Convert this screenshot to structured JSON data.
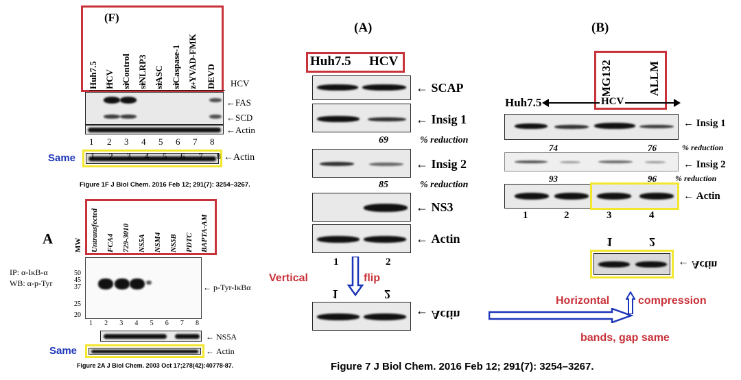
{
  "panel_F": {
    "letter": "(F)",
    "lanes": [
      "Huh7.5",
      "HCV",
      "siControl",
      "siNLRP3",
      "siASC",
      "siCaspase-1",
      "z-YVAD-FMK",
      "DEVD"
    ],
    "plus": [
      "+",
      "+",
      "+",
      "+",
      "+",
      "+",
      "+"
    ],
    "hcv_label": "HCV",
    "bands": [
      "FAS",
      "SCD",
      "Actin"
    ],
    "lane_numbers": [
      "1",
      "2",
      "3",
      "4",
      "5",
      "6",
      "7",
      "8"
    ],
    "same_label": "Same",
    "caption": "Figure 1F J Biol Chem. 2016 Feb 12; 291(7): 3254–3267."
  },
  "panel_2A": {
    "letter": "A",
    "mw_label": "MW",
    "lanes": [
      "Untransfected",
      "FCA4",
      "729-3010",
      "NS5A",
      "NSM4",
      "NS5B",
      "PDTC",
      "BAPTA-AM"
    ],
    "ip_label": "IP: α-IκB-α",
    "wb_label": "WB: α-p-Tyr",
    "mw_values": [
      "50",
      "45",
      "37",
      "25",
      "20"
    ],
    "band_label": "p-Tyr-IκBα",
    "lane_numbers": [
      "1",
      "2",
      "3",
      "4",
      "5",
      "6",
      "7",
      "8"
    ],
    "ns5a_label": "NS5A",
    "actin_label": "Actin",
    "same_label": "Same",
    "caption": "Figure 2A J Biol Chem. 2003 Oct 17;278(42):40778-87."
  },
  "panel_7A": {
    "letter": "(A)",
    "col_labels": [
      "Huh7.5",
      "HCV"
    ],
    "rows": [
      "SCAP",
      "Insig 1",
      "Insig 2",
      "NS3",
      "Actin"
    ],
    "reductions": [
      {
        "value": "69",
        "label": "% reduction"
      },
      {
        "value": "85",
        "label": "% reduction"
      }
    ],
    "lane_numbers": [
      "1",
      "2"
    ],
    "flipped_numbers": [
      "1",
      "2"
    ],
    "flipped_label": "Actin"
  },
  "panel_7B": {
    "letter": "(B)",
    "treatments": [
      "MG132",
      "ALLM"
    ],
    "huh_label": "Huh7.5",
    "hcv_label": "HCV",
    "rows": [
      "Insig 1",
      "Insig 2",
      "Actin"
    ],
    "reductions_1": [
      "74",
      "76"
    ],
    "reductions_2": [
      "93",
      "96"
    ],
    "reduction_label": "% reduction",
    "lane_numbers": [
      "1",
      "2",
      "3",
      "4"
    ],
    "flipped_numbers": [
      "1",
      "2"
    ],
    "flipped_label": "Actin"
  },
  "annotations": {
    "vertical": "Vertical",
    "flip": "flip",
    "horizontal": "Horizontal",
    "compression": "compression",
    "bands_gap": "bands, gap same",
    "accent_red": "#c8323a",
    "accent_blue": "#1c35b8",
    "highlight_yellow": "#f2e62e"
  },
  "figure_caption": "Figure 7 J Biol Chem. 2016 Feb 12; 291(7): 3254–3267."
}
